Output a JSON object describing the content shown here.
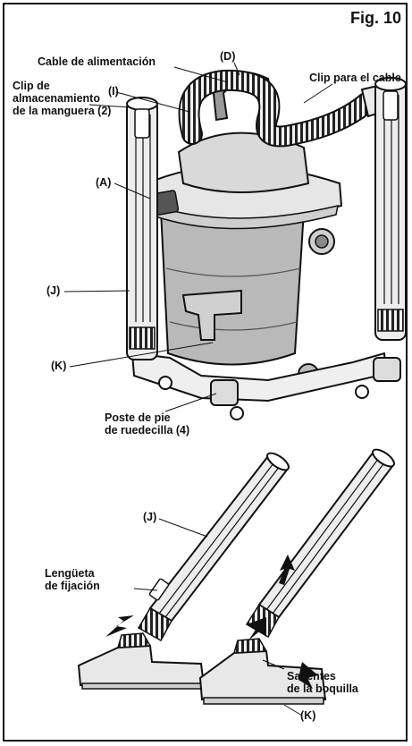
{
  "figure": {
    "title": "Fig. 10"
  },
  "labels": {
    "power_cord": "Cable de alimentación",
    "d": "(D)",
    "cord_clip": "Clip para el cable",
    "hose_clip_line1": "Clip de",
    "hose_clip_line2": "almacenamiento",
    "hose_clip_line3": "de la manguera (2)",
    "i": "(I)",
    "a": "(A)",
    "j_top": "(J)",
    "k_top": "(K)",
    "caster_line1": "Poste de pie",
    "caster_line2": "de ruedecilla (4)",
    "j_bottom": "(J)",
    "tab_line1": "Lengüeta",
    "tab_line2": "de fijación",
    "nozzle_line1": "Salientes",
    "nozzle_line2": "de la boquilla",
    "k_bottom": "(K)"
  },
  "colors": {
    "ink": "#111111",
    "tank": "#b9b9b9",
    "tank_dark": "#8f8f8f",
    "lid": "#e6e6e6"
  }
}
